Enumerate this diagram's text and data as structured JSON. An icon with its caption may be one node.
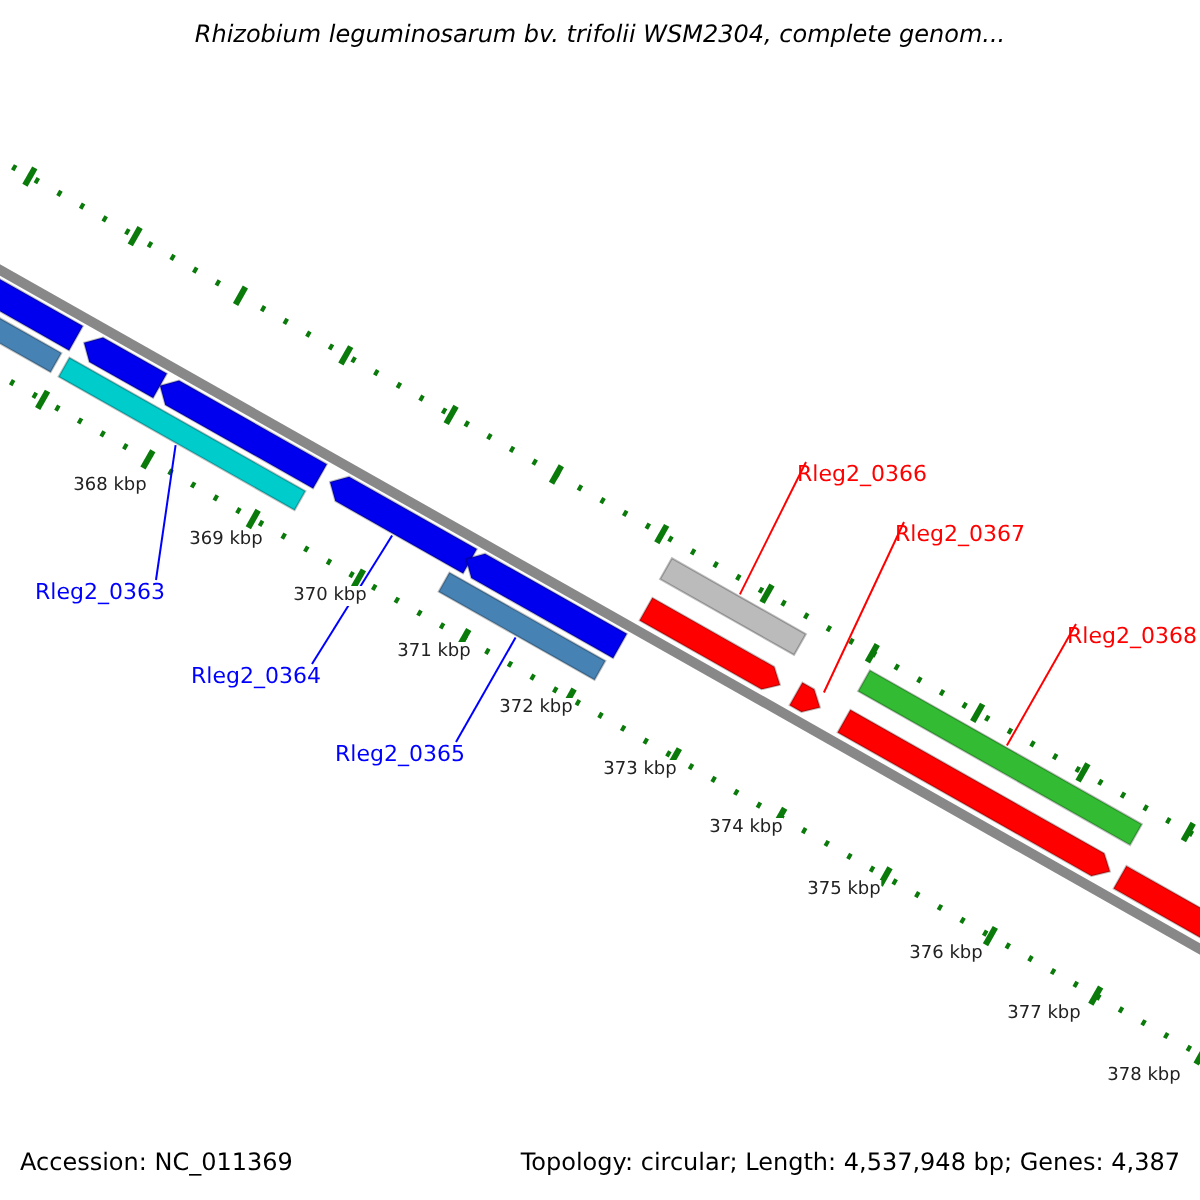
{
  "diagram": {
    "title": "Rhizobium leguminosarum bv. trifolii WSM2304, complete genom...",
    "nodes": [
      {
        "text": [
          "Rleg2_0363"
        ]
      },
      {
        "text": [],
        "shape": "bar"
      },
      {
        "text": [
          "Rleg2_0364"
        ]
      },
      {
        "text": [],
        "shape": "arrow"
      },
      {
        "text": [
          "Rleg2_0365"
        ]
      },
      {
        "text": [],
        "shape": "bar"
      },
      {
        "text": [
          "Rleg2_0366"
        ]
      },
      {
        "text": [],
        "shape": "bar"
      },
      {
        "text": [
          "Rleg2_0367"
        ]
      },
      {
        "text": [],
        "shape": "arrow"
      },
      {
        "text": [
          "Rleg2_0368"
        ]
      },
      {
        "text": [],
        "shape": "bar"
      },
      {
        "text": [],
        "shape": "arrow"
      },
      {
        "text": [],
        "shape": "bar"
      },
      {
        "text": [],
        "shape": "arrow"
      },
      {
        "text": [],
        "shape": "arrow"
      },
      {
        "text": [],
        "shape": "arrow"
      },
      {
        "text": [],
        "shape": "arrow"
      },
      {
        "text": [],
        "shape": "arrow"
      },
      {
        "text": [],
        "shape": "arrow"
      }
    ],
    "edges": [
      {
        "from": 0,
        "to": 1,
        "arrow": "none",
        "color": "#0000ff"
      },
      {
        "from": 2,
        "to": 3,
        "arrow": "none",
        "color": "#0000ff"
      },
      {
        "from": 4,
        "to": 5,
        "arrow": "none",
        "color": "#0000ff"
      },
      {
        "from": 6,
        "to": 7,
        "arrow": "none",
        "color": "#ff0000"
      },
      {
        "from": 8,
        "to": 9,
        "arrow": "none",
        "color": "#ff0000"
      },
      {
        "from": 10,
        "to": 11,
        "arrow": "none",
        "color": "#ff0000"
      }
    ],
    "labels": [
      "368 kbp",
      "369 kbp",
      "370 kbp",
      "371 kbp",
      "372 kbp",
      "373 kbp",
      "374 kbp",
      "375 kbp",
      "376 kbp",
      "377 kbp",
      "378 kbp",
      "Accession: NC_011369",
      "Topology: circular; Length: 4,537,948 bp; Genes: 4,387"
    ]
  }
}
